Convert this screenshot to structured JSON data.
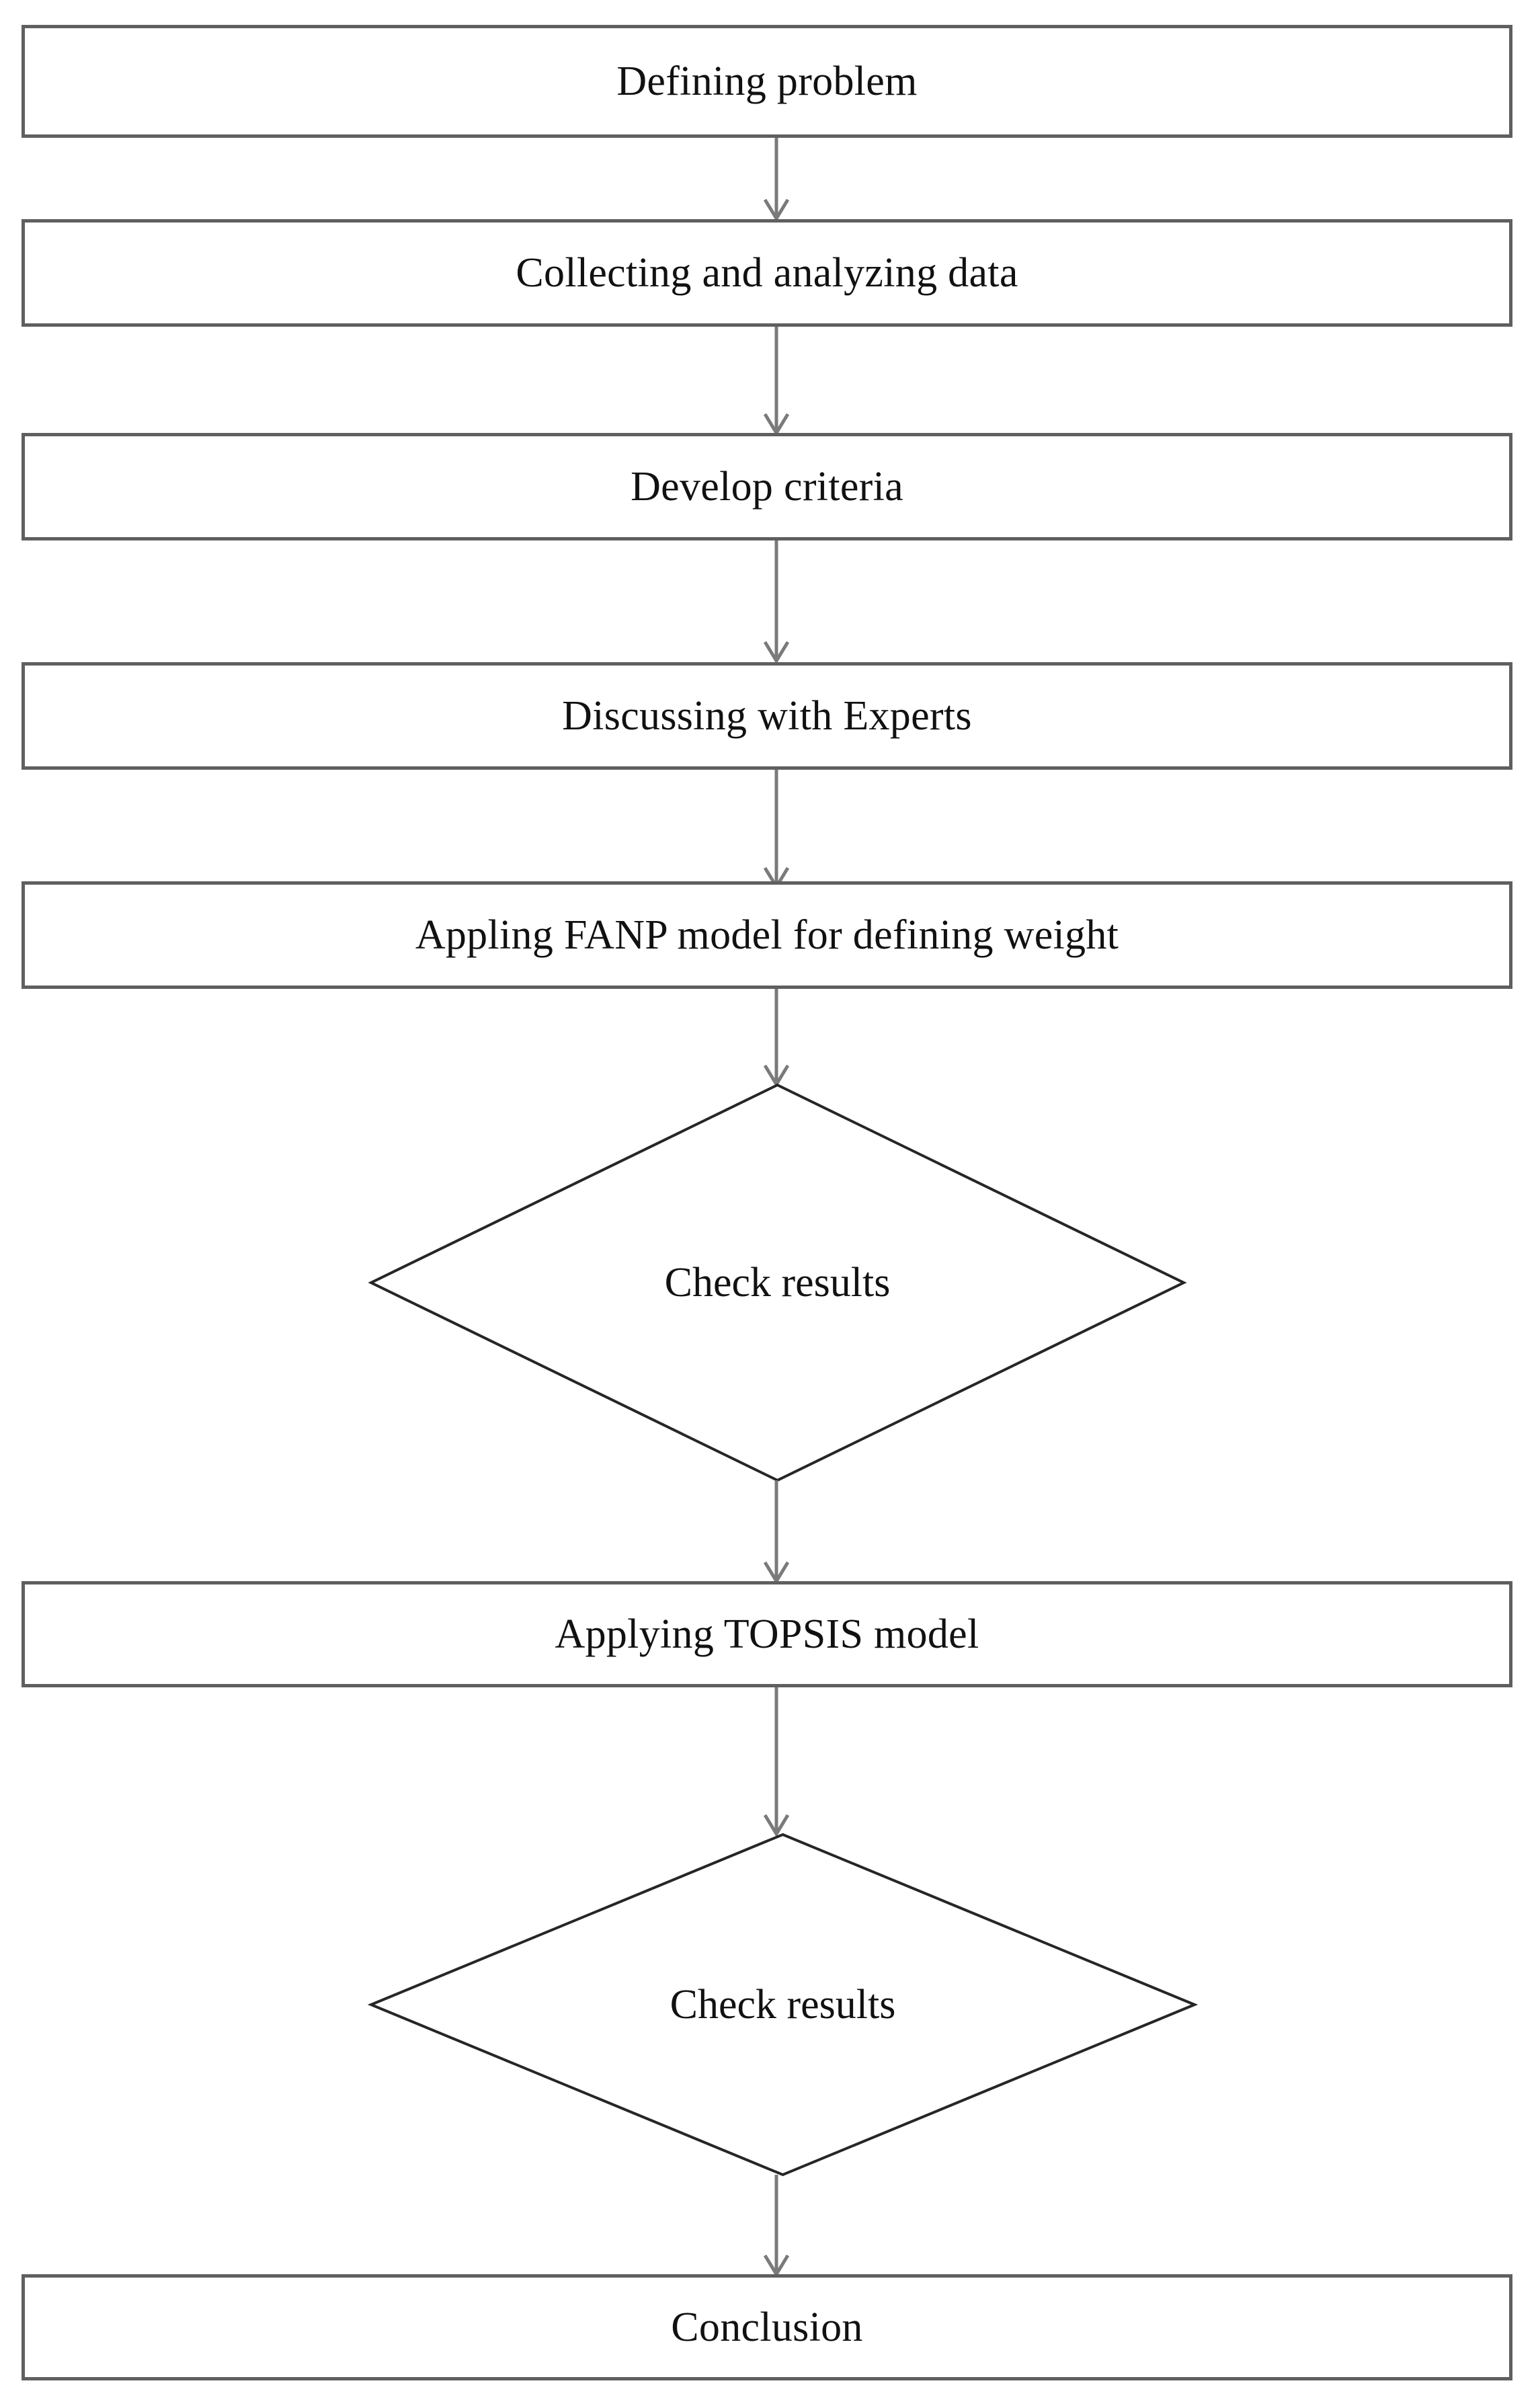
{
  "diagram": {
    "type": "flowchart",
    "orientation": "vertical-top-down",
    "background_color": "#ffffff",
    "box_border_color": "#5f5f5f",
    "diamond_border_color": "#262626",
    "connector_color": "#7a7a7a",
    "text_color": "#111111",
    "nodes": [
      {
        "id": "n1",
        "shape": "rectangle",
        "label": "Defining problem"
      },
      {
        "id": "n2",
        "shape": "rectangle",
        "label": "Collecting and analyzing data"
      },
      {
        "id": "n3",
        "shape": "rectangle",
        "label": "Develop criteria"
      },
      {
        "id": "n4",
        "shape": "rectangle",
        "label": "Discussing with Experts"
      },
      {
        "id": "n5",
        "shape": "rectangle",
        "label": "Appling FANP model for defining weight"
      },
      {
        "id": "n6",
        "shape": "diamond",
        "label": "Check results"
      },
      {
        "id": "n7",
        "shape": "rectangle",
        "label": "Applying TOPSIS model"
      },
      {
        "id": "n8",
        "shape": "diamond",
        "label": "Check results"
      },
      {
        "id": "n9",
        "shape": "rectangle",
        "label": "Conclusion"
      }
    ],
    "edges": [
      {
        "from": "n1",
        "to": "n2",
        "arrow": "down"
      },
      {
        "from": "n2",
        "to": "n3",
        "arrow": "down"
      },
      {
        "from": "n3",
        "to": "n4",
        "arrow": "down"
      },
      {
        "from": "n4",
        "to": "n5",
        "arrow": "down"
      },
      {
        "from": "n5",
        "to": "n6",
        "arrow": "down"
      },
      {
        "from": "n6",
        "to": "n7",
        "arrow": "down"
      },
      {
        "from": "n7",
        "to": "n8",
        "arrow": "down"
      },
      {
        "from": "n8",
        "to": "n9",
        "arrow": "down"
      }
    ]
  }
}
